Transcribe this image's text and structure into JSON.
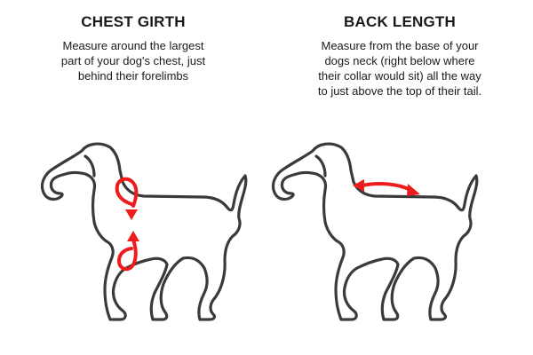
{
  "chest_girth": {
    "heading": "CHEST GIRTH",
    "description": "Measure around the largest part of your dog's chest, just behind their forelimbs"
  },
  "back_length": {
    "heading": "BACK LENGTH",
    "description": "Measure from the base of your dogs neck (right below where their collar would sit) all the way to just above the top of their tail."
  },
  "colors": {
    "outline": "#3a3a3a",
    "measurement": "#ee1c1c",
    "text": "#1a1a1a"
  }
}
